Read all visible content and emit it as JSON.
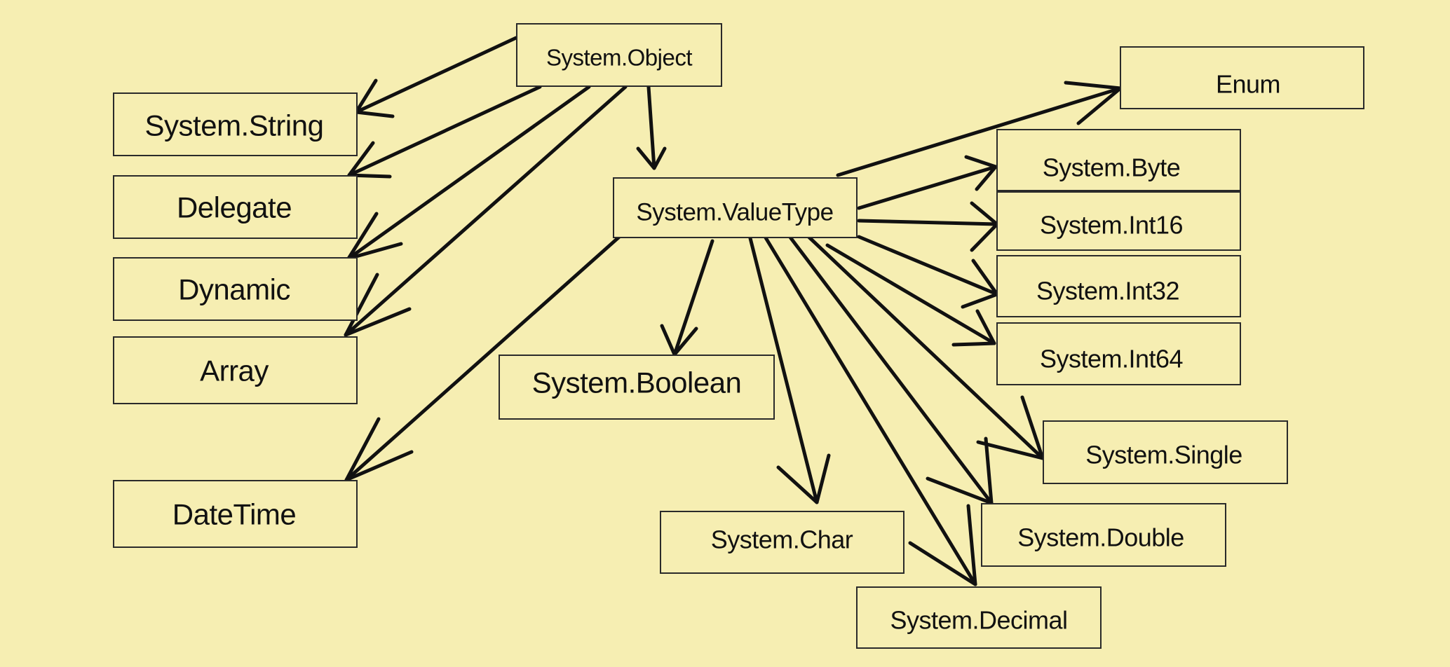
{
  "diagram": {
    "nodes": {
      "system_object": "System.Object",
      "system_string": "System.String",
      "delegate": "Delegate",
      "dynamic": "Dynamic",
      "array": "Array",
      "datetime": "DateTime",
      "system_valuetype": "System.ValueType",
      "system_boolean": "System.Boolean",
      "enum": "Enum",
      "system_byte": "System.Byte",
      "system_int16": "System.Int16",
      "system_int32": "System.Int32",
      "system_int64": "System.Int64",
      "system_single": "System.Single",
      "system_double": "System.Double",
      "system_char": "System.Char",
      "system_decimal": "System.Decimal"
    },
    "edges": [
      {
        "from": "system_object",
        "to": "system_string"
      },
      {
        "from": "system_object",
        "to": "delegate"
      },
      {
        "from": "system_object",
        "to": "dynamic"
      },
      {
        "from": "system_object",
        "to": "array"
      },
      {
        "from": "system_object",
        "to": "system_valuetype"
      },
      {
        "from": "system_valuetype",
        "to": "datetime"
      },
      {
        "from": "system_valuetype",
        "to": "system_boolean"
      },
      {
        "from": "system_valuetype",
        "to": "enum"
      },
      {
        "from": "system_valuetype",
        "to": "system_byte"
      },
      {
        "from": "system_valuetype",
        "to": "system_int16"
      },
      {
        "from": "system_valuetype",
        "to": "system_int32"
      },
      {
        "from": "system_valuetype",
        "to": "system_int64"
      },
      {
        "from": "system_valuetype",
        "to": "system_single"
      },
      {
        "from": "system_valuetype",
        "to": "system_double"
      },
      {
        "from": "system_valuetype",
        "to": "system_char"
      },
      {
        "from": "system_valuetype",
        "to": "system_decimal"
      }
    ]
  }
}
